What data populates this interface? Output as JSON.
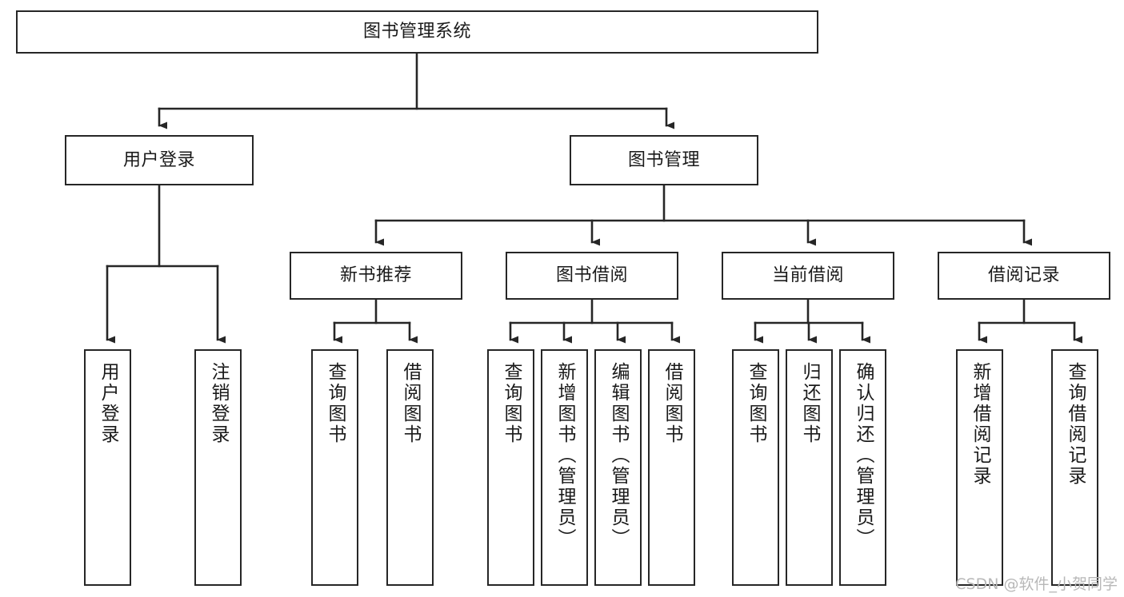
{
  "diagram": {
    "title": "图书管理系统",
    "type": "hierarchy-tree",
    "watermark": "CSDN @软件_小贺同学",
    "colors": {
      "box_border": "#262626",
      "box_fill": "#ffffff",
      "connector": "#262626",
      "text": "#1a1a1a",
      "watermark": "#b8b8b8"
    },
    "levels": [
      {
        "level": 1,
        "nodes": [
          {
            "id": "root",
            "label": "图书管理系统",
            "orientation": "horizontal"
          }
        ]
      },
      {
        "level": 2,
        "nodes": [
          {
            "id": "user-login",
            "label": "用户登录",
            "orientation": "horizontal",
            "parent": "root"
          },
          {
            "id": "book-manage",
            "label": "图书管理",
            "orientation": "horizontal",
            "parent": "root"
          }
        ]
      },
      {
        "level": 3,
        "nodes": [
          {
            "id": "new-book-recommend",
            "label": "新书推荐",
            "orientation": "horizontal",
            "parent": "book-manage"
          },
          {
            "id": "book-borrow",
            "label": "图书借阅",
            "orientation": "horizontal",
            "parent": "book-manage"
          },
          {
            "id": "current-borrow",
            "label": "当前借阅",
            "orientation": "horizontal",
            "parent": "book-manage"
          },
          {
            "id": "borrow-record",
            "label": "借阅记录",
            "orientation": "horizontal",
            "parent": "book-manage"
          }
        ]
      },
      {
        "level": 4,
        "nodes": [
          {
            "id": "leaf-user-login",
            "label": "用户登录",
            "orientation": "vertical",
            "parent": "user-login"
          },
          {
            "id": "leaf-logout",
            "label": "注销登录",
            "orientation": "vertical",
            "parent": "user-login"
          },
          {
            "id": "leaf-query-book-1",
            "label": "查询图书",
            "orientation": "vertical",
            "parent": "new-book-recommend"
          },
          {
            "id": "leaf-borrow-book-1",
            "label": "借阅图书",
            "orientation": "vertical",
            "parent": "new-book-recommend"
          },
          {
            "id": "leaf-query-book-2",
            "label": "查询图书",
            "orientation": "vertical",
            "parent": "book-borrow"
          },
          {
            "id": "leaf-add-book",
            "label": "新增图书（管理员）",
            "orientation": "vertical",
            "parent": "book-borrow"
          },
          {
            "id": "leaf-edit-book",
            "label": "编辑图书（管理员）",
            "orientation": "vertical",
            "parent": "book-borrow"
          },
          {
            "id": "leaf-borrow-book-2",
            "label": "借阅图书",
            "orientation": "vertical",
            "parent": "book-borrow"
          },
          {
            "id": "leaf-query-book-3",
            "label": "查询图书",
            "orientation": "vertical",
            "parent": "current-borrow"
          },
          {
            "id": "leaf-return-book",
            "label": "归还图书",
            "orientation": "vertical",
            "parent": "current-borrow"
          },
          {
            "id": "leaf-confirm-return",
            "label": "确认归还（管理员）",
            "orientation": "vertical",
            "parent": "current-borrow"
          },
          {
            "id": "leaf-add-record",
            "label": "新增借阅记录",
            "orientation": "vertical",
            "parent": "borrow-record"
          },
          {
            "id": "leaf-query-record",
            "label": "查询借阅记录",
            "orientation": "vertical",
            "parent": "borrow-record"
          }
        ]
      }
    ]
  }
}
